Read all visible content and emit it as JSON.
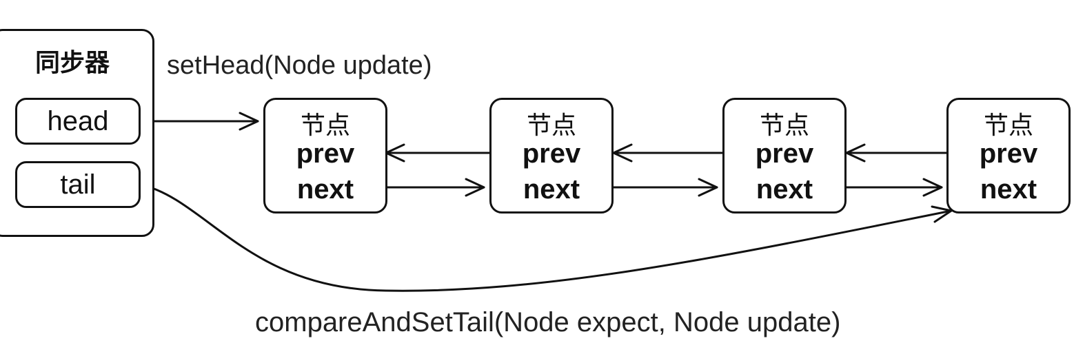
{
  "synchronizer": {
    "title": "同步器",
    "fields": {
      "head": "head",
      "tail": "tail"
    }
  },
  "nodes": [
    {
      "title": "节点",
      "prev": "prev",
      "next": "next"
    },
    {
      "title": "节点",
      "prev": "prev",
      "next": "next"
    },
    {
      "title": "节点",
      "prev": "prev",
      "next": "next"
    },
    {
      "title": "节点",
      "prev": "prev",
      "next": "next"
    }
  ],
  "labels": {
    "set_head": "setHead(Node update)",
    "compare_and_set_tail": "compareAndSetTail(Node expect, Node update)"
  }
}
